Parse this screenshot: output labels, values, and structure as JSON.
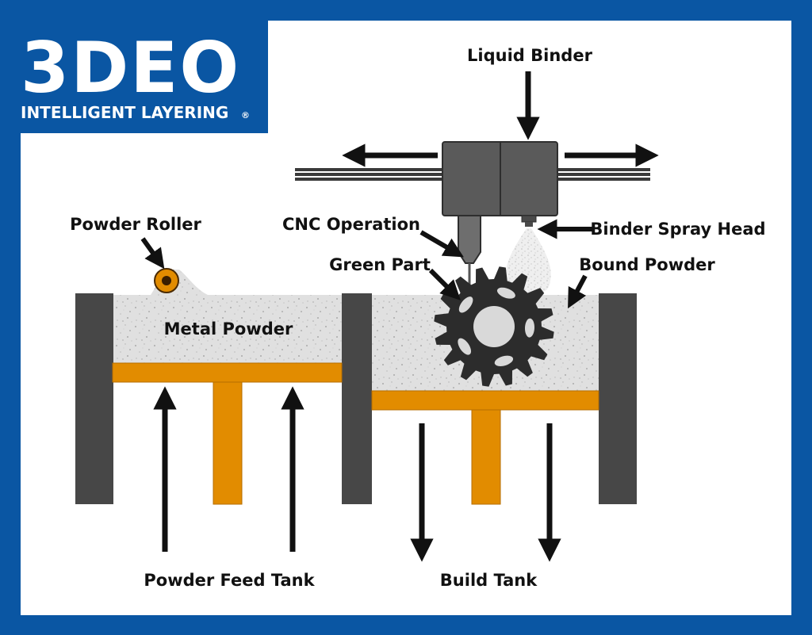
{
  "logo": {
    "brand": "3DEO",
    "tagline": "INTELLIGENT LAYERING",
    "registered_mark": "®"
  },
  "labels": {
    "liquid_binder": "Liquid Binder",
    "cnc_operation": "CNC Operation",
    "binder_spray_head": "Binder Spray Head",
    "powder_roller": "Powder Roller",
    "green_part": "Green Part",
    "bound_powder": "Bound Powder",
    "metal_powder": "Metal Powder",
    "powder_feed_tank": "Powder Feed Tank",
    "build_tank": "Build Tank"
  },
  "colors": {
    "frame_blue": "#0a56a3",
    "wall_gray": "#474747",
    "piston_orange": "#e28c00",
    "powder_gray": "#e0e0e0",
    "gear_dark": "#2c2c2c",
    "head_gray": "#5a5a5a"
  }
}
